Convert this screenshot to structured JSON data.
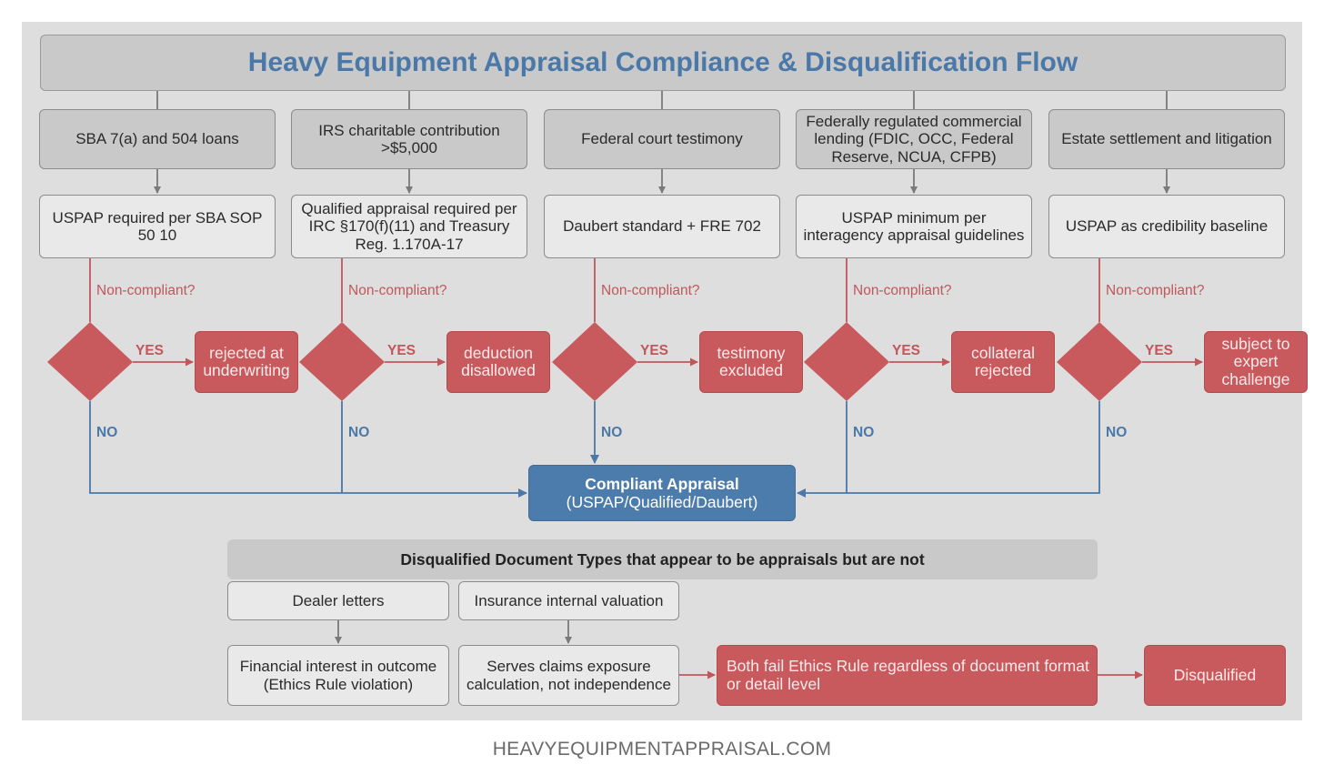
{
  "title": "Heavy Equipment Appraisal Compliance & Disqualification Flow",
  "columns": [
    {
      "source": "SBA 7(a) and 504 loans",
      "standard": "USPAP required per SBA SOP 50 10",
      "question": "Non-compliant?",
      "yes_label": "YES",
      "no_label": "NO",
      "outcome": "rejected at underwriting"
    },
    {
      "source": "IRS charitable contribution >$5,000",
      "standard": "Qualified appraisal required per IRC §170(f)(11) and Treasury Reg. 1.170A-17",
      "question": "Non-compliant?",
      "yes_label": "YES",
      "no_label": "NO",
      "outcome": "deduction disallowed"
    },
    {
      "source": "Federal court testimony",
      "standard": "Daubert standard + FRE 702",
      "question": "Non-compliant?",
      "yes_label": "YES",
      "no_label": "NO",
      "outcome": "testimony excluded"
    },
    {
      "source": "Federally regulated commercial lending (FDIC, OCC, Federal Reserve, NCUA, CFPB)",
      "standard": "USPAP minimum per interagency appraisal guidelines",
      "question": "Non-compliant?",
      "yes_label": "YES",
      "no_label": "NO",
      "outcome": "collateral rejected"
    },
    {
      "source": "Estate settlement and litigation",
      "standard": "USPAP as credibility baseline",
      "question": "Non-compliant?",
      "yes_label": "YES",
      "no_label": "NO",
      "outcome": "subject to expert challenge"
    }
  ],
  "compliant": {
    "line1": "Compliant Appraisal",
    "line2": "(USPAP/Qualified/Daubert)"
  },
  "disqualified_section": {
    "header": "Disqualified Document Types that appear to be appraisals but are not",
    "dealer_letters": "Dealer letters",
    "insurance_valuation": "Insurance internal valuation",
    "dealer_reason": "Financial interest in outcome (Ethics Rule violation)",
    "insurance_reason": "Serves claims exposure calculation, not independence",
    "both_fail": "Both fail Ethics Rule regardless of document format or detail level",
    "result": "Disqualified"
  },
  "footer": "HEAVYEQUIPMENTAPPRAISAL.COM",
  "colors": {
    "canvas": "#dedede",
    "header_gray": "#c9c9c9",
    "box_light": "#e9e9e9",
    "red": "#c8595d",
    "blue": "#4c7cab",
    "title_blue": "#4a78a8",
    "connector_gray": "#7a7a7a"
  }
}
